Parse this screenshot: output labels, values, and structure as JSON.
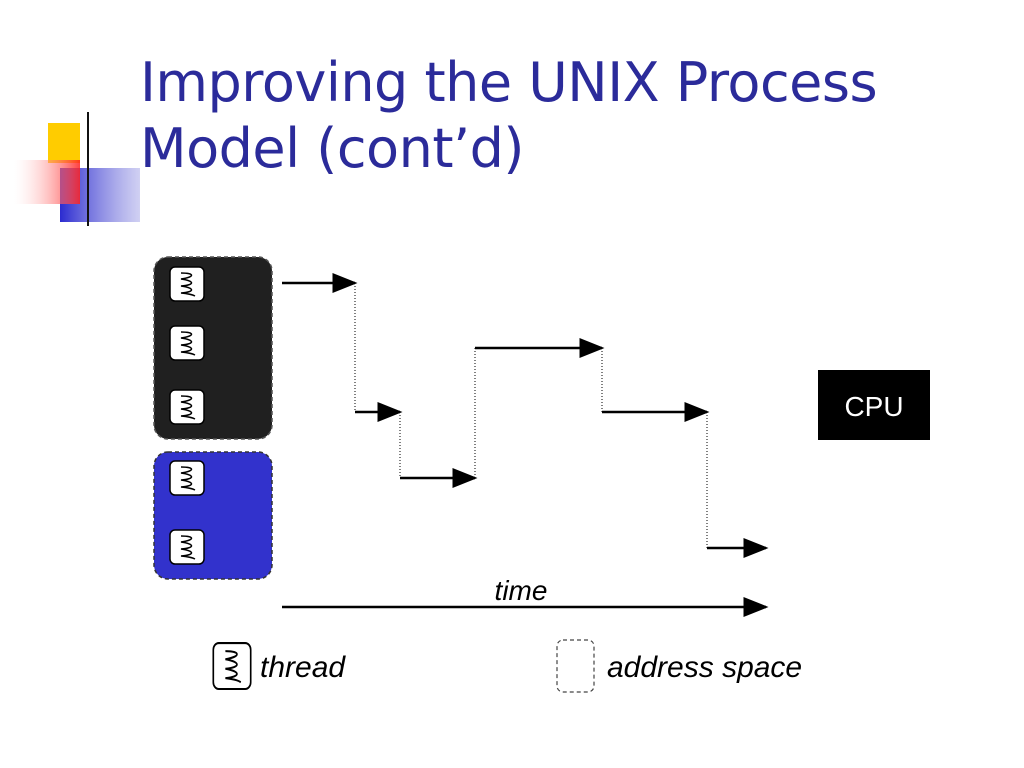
{
  "slide": {
    "title_line1": "Improving the UNIX Process",
    "title_line2": "Model (cont’d)"
  },
  "diagram": {
    "cpu_label": "CPU",
    "time_label": "time",
    "legend": {
      "thread_label": "thread",
      "address_space_label": "address space"
    },
    "colors": {
      "process_1_fill": "#202020",
      "process_2_fill": "#3232cc",
      "title": "#2b2b9a",
      "cpu_fill": "#000000"
    }
  }
}
